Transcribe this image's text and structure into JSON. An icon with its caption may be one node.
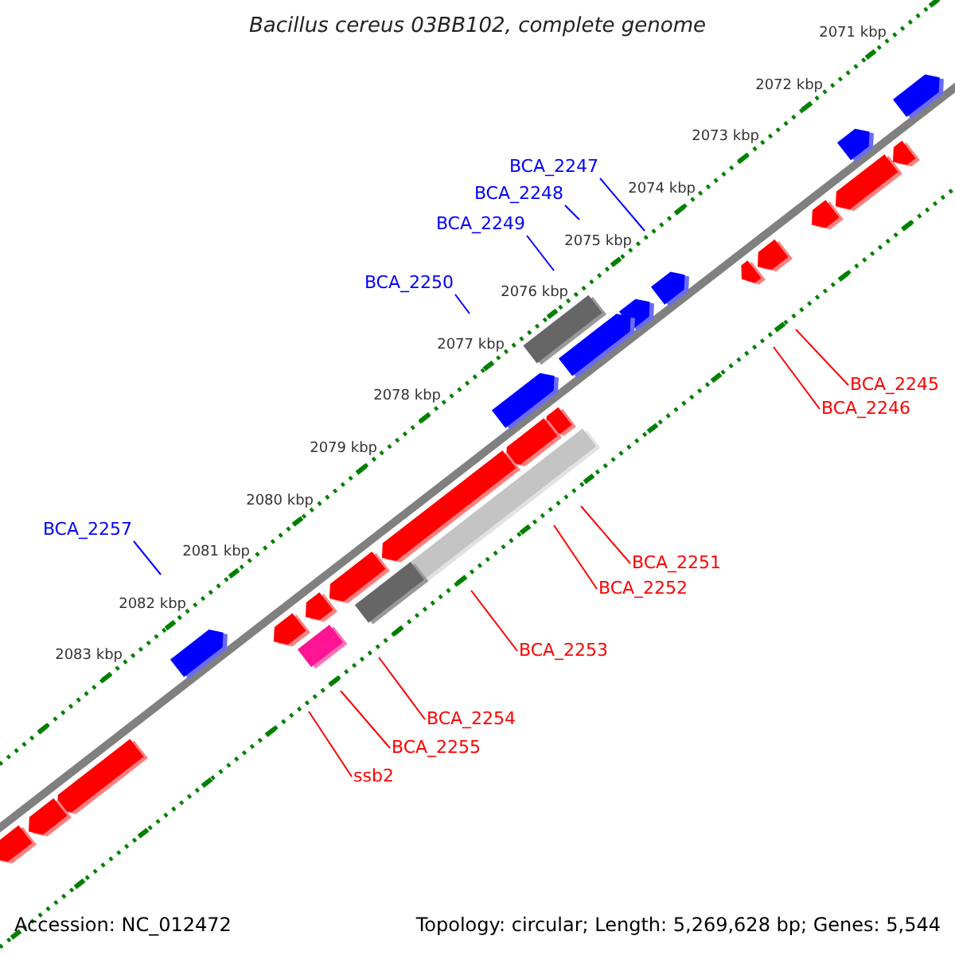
{
  "diagram": {
    "title": "Bacillus cereus 03BB102, complete genome",
    "nodes": [
      {
        "text": [
          "BCA_2247"
        ]
      },
      {
        "text": [
          "BCA_2248"
        ]
      },
      {
        "text": [
          "BCA_2249"
        ]
      },
      {
        "text": [
          "BCA_2250"
        ]
      },
      {
        "text": [
          "BCA_2245"
        ]
      },
      {
        "text": [
          "BCA_2246"
        ]
      },
      {
        "text": [
          "BCA_2257"
        ]
      },
      {
        "text": [
          "BCA_2251"
        ]
      },
      {
        "text": [
          "BCA_2252"
        ]
      },
      {
        "text": [
          "BCA_2253"
        ]
      },
      {
        "text": [
          "BCA_2254"
        ]
      },
      {
        "text": [
          "BCA_2255"
        ]
      },
      {
        "text": [
          "ssb2"
        ]
      }
    ],
    "edges": [
      {
        "from": 0,
        "to": null,
        "arrow": "none",
        "color": "#0000ff"
      },
      {
        "from": 1,
        "to": null,
        "arrow": "none",
        "color": "#0000ff"
      },
      {
        "from": 2,
        "to": null,
        "arrow": "none",
        "color": "#0000ff"
      },
      {
        "from": 3,
        "to": null,
        "arrow": "none",
        "color": "#0000ff"
      },
      {
        "from": 4,
        "to": null,
        "arrow": "none"
      },
      {
        "from": 5,
        "to": null,
        "arrow": "none"
      },
      {
        "from": 6,
        "to": null,
        "arrow": "none",
        "color": "#0000ff"
      },
      {
        "from": 7,
        "to": null,
        "arrow": "none"
      },
      {
        "from": 8,
        "to": null,
        "arrow": "none"
      },
      {
        "from": 9,
        "to": null,
        "arrow": "none"
      },
      {
        "from": 10,
        "to": null,
        "arrow": "none"
      },
      {
        "from": 11,
        "to": null,
        "arrow": "none"
      },
      {
        "from": 12,
        "to": null,
        "arrow": "none"
      }
    ],
    "labels": [
      "2071 kbp",
      "2072 kbp",
      "2073 kbp",
      "2074 kbp",
      "2075 kbp",
      "2076 kbp",
      "2077 kbp",
      "2078 kbp",
      "2079 kbp",
      "2080 kbp",
      "2081 kbp",
      "2082 kbp",
      "2083 kbp",
      "Accession: NC_012472",
      "Topology: circular; Length: 5,269,628 bp; Genes: 5,544"
    ]
  }
}
